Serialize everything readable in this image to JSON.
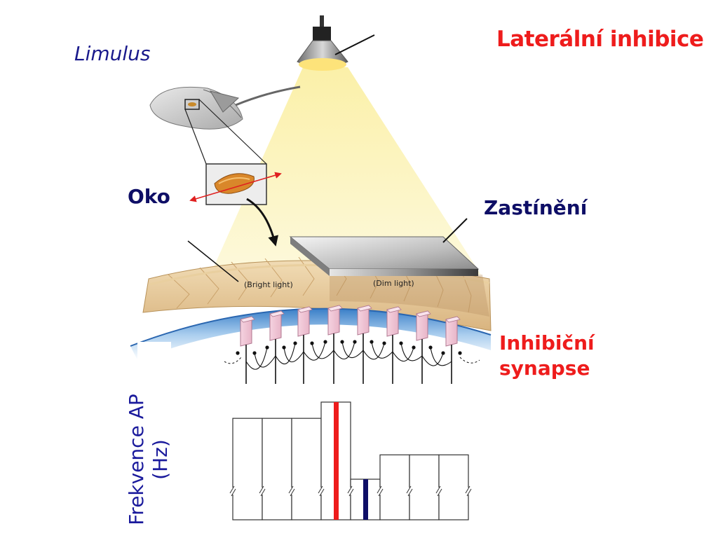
{
  "title": "Laterální inhibice",
  "labels": {
    "organism": "Limulus",
    "eye": "Oko",
    "shading": "Zastínění",
    "synapse_line1": "Inhibiční",
    "synapse_line2": "synapse",
    "bright": "(Bright light)",
    "dim": "(Dim light)"
  },
  "colors": {
    "title": "#ee1c1c",
    "labels": "#0e0e66",
    "light_beam": "#fdf6c4",
    "highlight_bar": "#ee1c1c",
    "dim_bar": "#0e0e66"
  },
  "chart_data": {
    "type": "bar",
    "ylabel_line1": "Frekvence AP",
    "ylabel_line2": "(Hz)",
    "categories": [
      "",
      "",
      "",
      "",
      "",
      "",
      "",
      ""
    ],
    "values": [
      100,
      100,
      100,
      116,
      40,
      64,
      64,
      64
    ],
    "ylim": [
      0,
      116
    ],
    "markers": [
      {
        "category_index": 3,
        "color": "#ee1c1c"
      },
      {
        "category_index": 4,
        "color": "#0e0e66"
      }
    ],
    "axis_breaks": true
  }
}
